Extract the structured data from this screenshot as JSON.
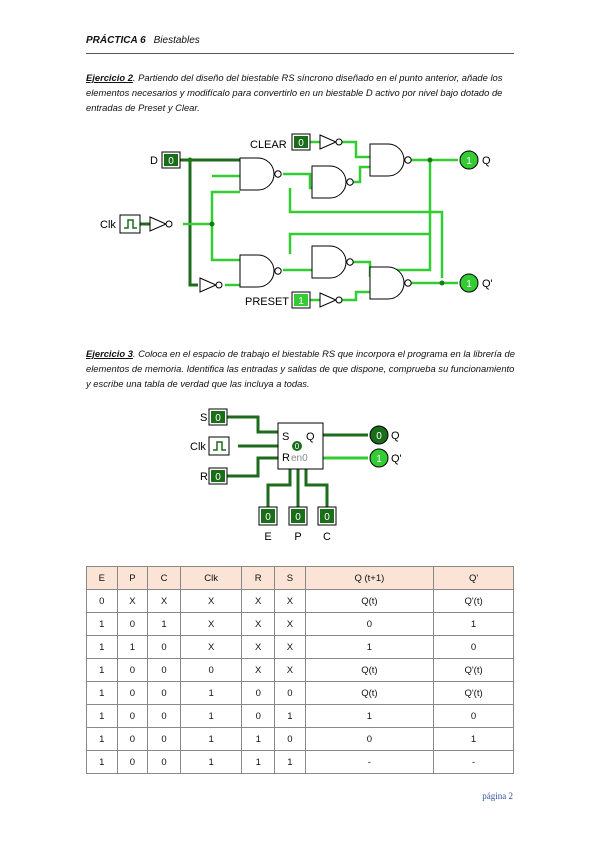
{
  "header": {
    "number": "PRÁCTICA 6",
    "title": "Biestables"
  },
  "exercise2": {
    "label": "Ejercicio 2",
    "text": ". Partiendo del diseño del biestable RS síncrono diseñado en el punto anterior, añade los elementos necesarios y modifícalo para convertirlo en un biestable D activo por nivel bajo dotado de entradas de Preset y Clear."
  },
  "circuit1": {
    "clear_label": "CLEAR",
    "clear_value": "0",
    "d_label": "D",
    "d_value": "0",
    "clk_label": "Clk",
    "preset_label": "PRESET",
    "preset_value": "1",
    "q_label": "Q",
    "q_value": "1",
    "qn_label": "Q'",
    "qn_value": "1"
  },
  "exercise3": {
    "label": "Ejercicio 3",
    "text": ". Coloca en el espacio de trabajo el biestable RS que incorpora el programa en la librería de elementos de memoria. Identifica las entradas y salidas de que dispone, comprueba su funcionamiento y escribe una tabla de verdad que las incluya a todas."
  },
  "circuit2": {
    "s_label": "S",
    "s_value": "0",
    "clk_label": "Clk",
    "r_label": "R",
    "r_value": "0",
    "block_s": "S",
    "block_q": "Q",
    "block_r": "R",
    "block_en": "en0",
    "block_state": "0",
    "q_label": "Q",
    "q_value": "0",
    "qn_label": "Q'",
    "qn_value": "1",
    "e_label": "E",
    "e_value": "0",
    "p_label": "P",
    "p_value": "0",
    "c_label": "C",
    "c_value": "0"
  },
  "table": {
    "headers": [
      "E",
      "P",
      "C",
      "Clk",
      "R",
      "S",
      "Q (t+1)",
      "Q'"
    ],
    "rows": [
      [
        "0",
        "X",
        "X",
        "X",
        "X",
        "X",
        "Q(t)",
        "Q'(t)"
      ],
      [
        "1",
        "0",
        "1",
        "X",
        "X",
        "X",
        "0",
        "1"
      ],
      [
        "1",
        "1",
        "0",
        "X",
        "X",
        "X",
        "1",
        "0"
      ],
      [
        "1",
        "0",
        "0",
        "0",
        "X",
        "X",
        "Q(t)",
        "Q'(t)"
      ],
      [
        "1",
        "0",
        "0",
        "1",
        "0",
        "0",
        "Q(t)",
        "Q'(t)"
      ],
      [
        "1",
        "0",
        "0",
        "1",
        "0",
        "1",
        "1",
        "0"
      ],
      [
        "1",
        "0",
        "0",
        "1",
        "1",
        "0",
        "0",
        "1"
      ],
      [
        "1",
        "0",
        "0",
        "1",
        "1",
        "1",
        "-",
        "-"
      ]
    ]
  },
  "footer": {
    "page": "página 2"
  },
  "colors": {
    "wire_dark": "#1e6b1e",
    "wire_light": "#33cc33",
    "header_fill": "#fbe4d5"
  }
}
